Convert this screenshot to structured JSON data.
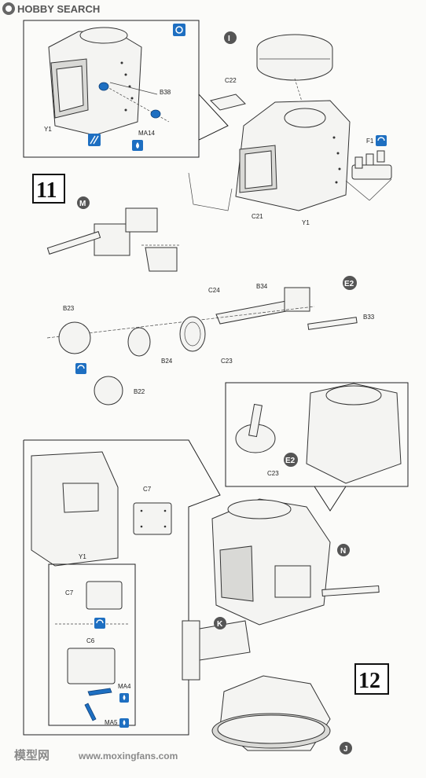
{
  "header": {
    "logo_text": "HOBBY SEARCH"
  },
  "steps": {
    "step11": "11",
    "step12": "12"
  },
  "callouts": {
    "I": "I",
    "M": "M",
    "E2": "E2",
    "N": "N",
    "K": "K",
    "J": "J",
    "E2b": "E2"
  },
  "parts": {
    "B38": "B38",
    "MA14": "MA14",
    "Y1_a": "Y1",
    "C22": "C22",
    "F1": "F1",
    "C21": "C21",
    "Y1_b": "Y1",
    "C24": "C24",
    "B34": "B34",
    "B33": "B33",
    "B23": "B23",
    "B24": "B24",
    "C23_a": "C23",
    "B22": "B22",
    "C23_b": "C23",
    "C7_a": "C7",
    "Y1_c": "Y1",
    "C7_b": "C7",
    "C6": "C6",
    "MA4": "MA4",
    "MA5": "MA5"
  },
  "watermark": {
    "site_cn": "模型网",
    "url": "www.moxingfans.com"
  },
  "colors": {
    "accent_blue": "#1e6fc1",
    "line": "#333333",
    "paper": "#fbfbf9"
  },
  "icons": [
    "turn-over-icon",
    "cement-drop-icon",
    "grip-pattern-icon",
    "hobby-search-logo-icon"
  ]
}
